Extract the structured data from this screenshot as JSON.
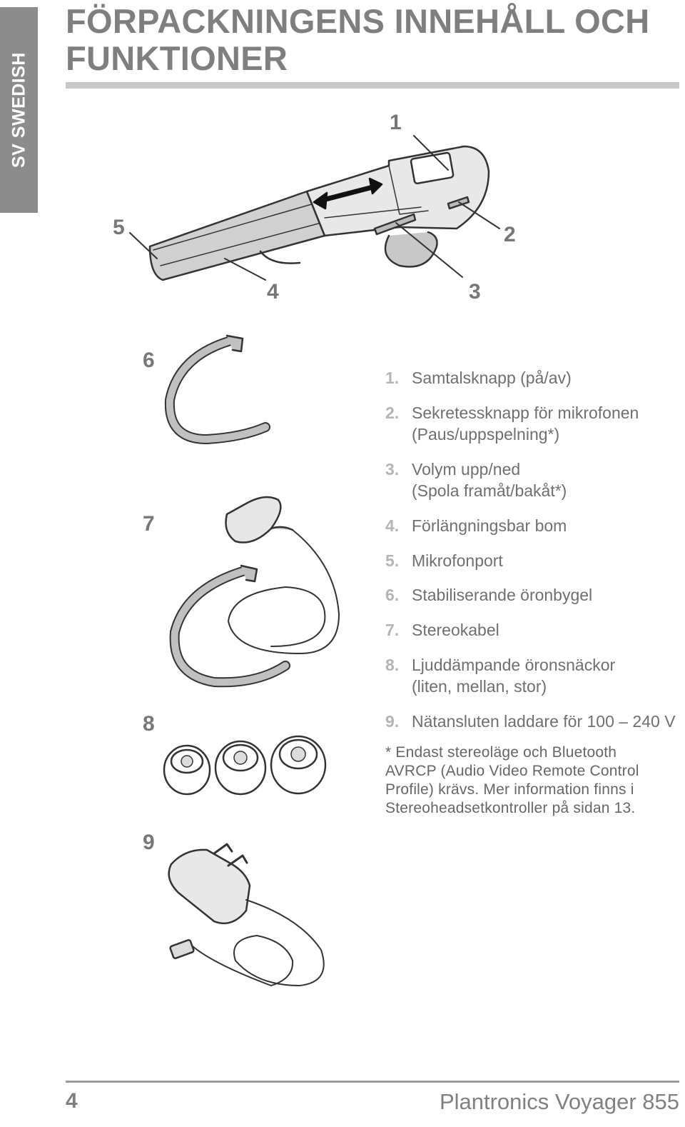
{
  "side_tab": {
    "label": "SV SWEDISH"
  },
  "title": {
    "line1": "FÖRPACKNINGENS INNEHÅLL OCH",
    "line2": "FUNKTIONER"
  },
  "callouts": {
    "c1": "1",
    "c2": "2",
    "c3": "3",
    "c4": "4",
    "c5": "5",
    "c6": "6",
    "c7": "7",
    "c8": "8",
    "c9": "9"
  },
  "legend": [
    {
      "num": "1.",
      "lines": [
        "Samtalsknapp (på/av)"
      ]
    },
    {
      "num": "2.",
      "lines": [
        "Sekretessknapp för mikrofonen",
        "(Paus/uppspelning*)"
      ]
    },
    {
      "num": "3.",
      "lines": [
        "Volym upp/ned",
        "(Spola framåt/bakåt*)"
      ]
    },
    {
      "num": "4.",
      "lines": [
        "Förlängningsbar bom"
      ]
    },
    {
      "num": "5.",
      "lines": [
        "Mikrofonport"
      ]
    },
    {
      "num": "6.",
      "lines": [
        "Stabiliserande öronbygel"
      ]
    },
    {
      "num": "7.",
      "lines": [
        "Stereokabel"
      ]
    },
    {
      "num": "8.",
      "lines": [
        "Ljuddämpande öronsnäckor",
        "(liten, mellan, stor)"
      ]
    },
    {
      "num": "9.",
      "lines": [
        "Nätansluten laddare för 100 – 240 V"
      ]
    }
  ],
  "note": {
    "lines": [
      "* Endast stereoläge och Bluetooth",
      "AVRCP (Audio Video Remote Control",
      "Profile) krävs. Mer information finns i",
      "Stereoheadsetkontroller på sidan 13."
    ]
  },
  "footer": {
    "page_number": "4",
    "product": "Plantronics Voyager 855"
  },
  "colors": {
    "tab": "#8c8c8c",
    "heading": "#7f7f7f",
    "rule": "#c8c8c8",
    "legend_number": "#b4b4b4"
  }
}
